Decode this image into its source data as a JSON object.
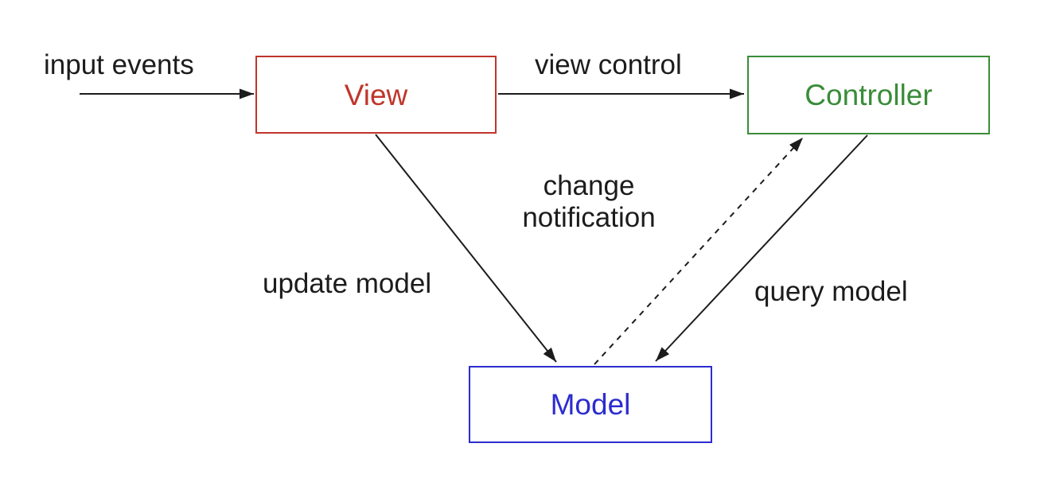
{
  "diagram": {
    "background": "#ffffff",
    "line_color": "#1c1c1c",
    "nodes": [
      {
        "id": "view",
        "label": "View",
        "color": "#c0352b"
      },
      {
        "id": "controller",
        "label": "Controller",
        "color": "#3a8c39"
      },
      {
        "id": "model",
        "label": "Model",
        "color": "#2c2cd0"
      }
    ],
    "edges": [
      {
        "label": "input events",
        "from": "external",
        "to": "view",
        "line": "solid"
      },
      {
        "label": "view control",
        "from": "view",
        "to": "controller",
        "line": "solid"
      },
      {
        "label": "update model",
        "from": "view",
        "to": "model",
        "line": "solid"
      },
      {
        "label": "change notification",
        "from": "model",
        "to": "controller",
        "line": "dashed"
      },
      {
        "label": "query model",
        "from": "controller",
        "to": "model",
        "line": "solid"
      }
    ]
  }
}
